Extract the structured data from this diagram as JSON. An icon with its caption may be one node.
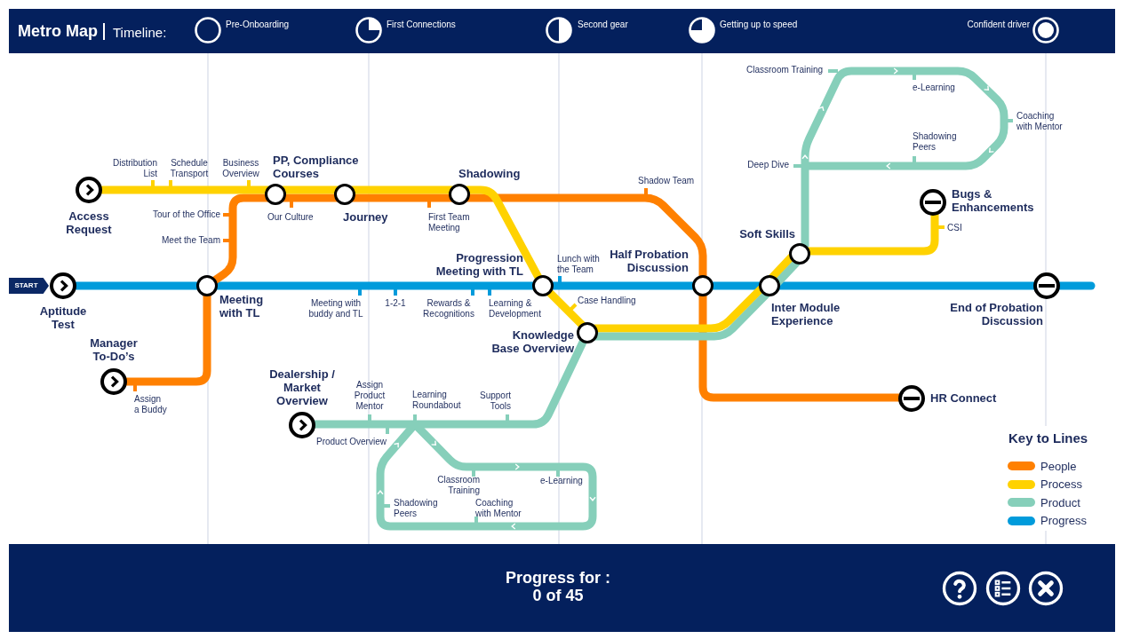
{
  "diagram": {
    "title": "Metro Map",
    "nodes": [
      {
        "text": [
          "Access Request"
        ]
      },
      {
        "text": [
          "PP, Compliance Courses"
        ]
      },
      {
        "text": [
          "Journey"
        ]
      },
      {
        "text": [
          "Shadowing"
        ]
      },
      {
        "text": [
          "Bugs & Enhancements"
        ]
      },
      {
        "text": [
          "Soft Skills"
        ]
      },
      {
        "text": [
          "START"
        ]
      },
      {
        "text": [
          "Aptitude Test"
        ]
      },
      {
        "text": [
          "Meeting with TL"
        ]
      },
      {
        "text": [
          "Progression Meeting with TL"
        ]
      },
      {
        "text": [
          "Half Probation Discussion"
        ]
      },
      {
        "text": [
          "Inter Module Experience"
        ]
      },
      {
        "text": [
          "End of Probation Discussion"
        ]
      },
      {
        "text": [
          "Knowledge Base Overview"
        ]
      },
      {
        "text": [
          "Manager To-Do’s"
        ]
      },
      {
        "text": [
          "HR Connect"
        ]
      },
      {
        "text": [
          "Dealership / Market Overview"
        ]
      }
    ],
    "edges": [
      {
        "from": 7,
        "to": 8,
        "arrow": "none",
        "color": "#009bdb"
      },
      {
        "from": 8,
        "to": 9,
        "arrow": "none",
        "color": "#009bdb"
      },
      {
        "from": 9,
        "to": 10,
        "arrow": "none",
        "color": "#009bdb"
      },
      {
        "from": 10,
        "to": 11,
        "arrow": "none",
        "color": "#009bdb"
      },
      {
        "from": 11,
        "to": 12,
        "arrow": "none",
        "color": "#009bdb"
      },
      {
        "from": 12,
        "to": null,
        "arrow": "none",
        "color": "#009bdb"
      },
      {
        "from": 14,
        "to": 8,
        "arrow": "none",
        "color": "#ff8000"
      },
      {
        "from": 8,
        "to": 1,
        "arrow": "none",
        "color": "#ff8000"
      },
      {
        "from": 1,
        "to": 2,
        "arrow": "none",
        "color": "#ff8000"
      },
      {
        "from": 2,
        "to": 3,
        "arrow": "none",
        "color": "#ff8000"
      },
      {
        "from": 3,
        "to": 10,
        "arrow": "none",
        "color": "#ff8000"
      },
      {
        "from": 10,
        "to": 15,
        "arrow": "none",
        "color": "#ff8000"
      },
      {
        "from": 0,
        "to": 1,
        "arrow": "none"
      },
      {
        "from": 1,
        "to": 2,
        "arrow": "none"
      },
      {
        "from": 2,
        "to": 3,
        "arrow": "none"
      },
      {
        "from": 3,
        "to": 9,
        "arrow": "none"
      },
      {
        "from": 9,
        "to": 13,
        "arrow": "none"
      },
      {
        "from": 13,
        "to": 11,
        "arrow": "none"
      },
      {
        "from": 11,
        "to": 5,
        "arrow": "none"
      },
      {
        "from": 5,
        "to": 4,
        "arrow": "none"
      },
      {
        "from": 16,
        "to": 13,
        "arrow": "none",
        "color": "#86cfba"
      },
      {
        "from": 13,
        "to": 11,
        "arrow": "none",
        "color": "#86cfba"
      },
      {
        "from": 11,
        "to": 5,
        "arrow": "none",
        "color": "#86cfba"
      }
    ],
    "labels": [
      "Timeline:",
      "Pre-Onboarding",
      "First Connections",
      "Second gear",
      "Getting up to speed",
      "Confident driver",
      "Classroom Training",
      "e-Learning",
      "Coaching with Mentor",
      "Shadowing Peers",
      "Distribution List",
      "Schedule Transport",
      "Business Overview",
      "Deep Dive",
      "Shadow Team",
      "Tour of the Office",
      "Our Culture",
      "First Team Meeting",
      "CSI",
      "Meet the Team",
      "Lunch with the Team",
      "Meeting with buddy and TL",
      "1-2-1",
      "Rewards & Recognitions",
      "Learning & Development",
      "Case Handling",
      "Assign a Buddy",
      "Assign Product Mentor",
      "Learning Roundabout",
      "Support Tools",
      "Product Overview",
      "Classroom Training",
      "e-Learning",
      "Shadowing Peers",
      "Coaching with Mentor",
      "Key to Lines",
      "Progress for : 0 of 45"
    ],
    "legend": [
      {
        "text": "People",
        "color": "#ff8000"
      },
      {
        "text": "Process",
        "color": "#ffd200"
      },
      {
        "text": "Product",
        "color": "#86cfba"
      },
      {
        "text": "Progress",
        "color": "#009bdb"
      }
    ]
  }
}
